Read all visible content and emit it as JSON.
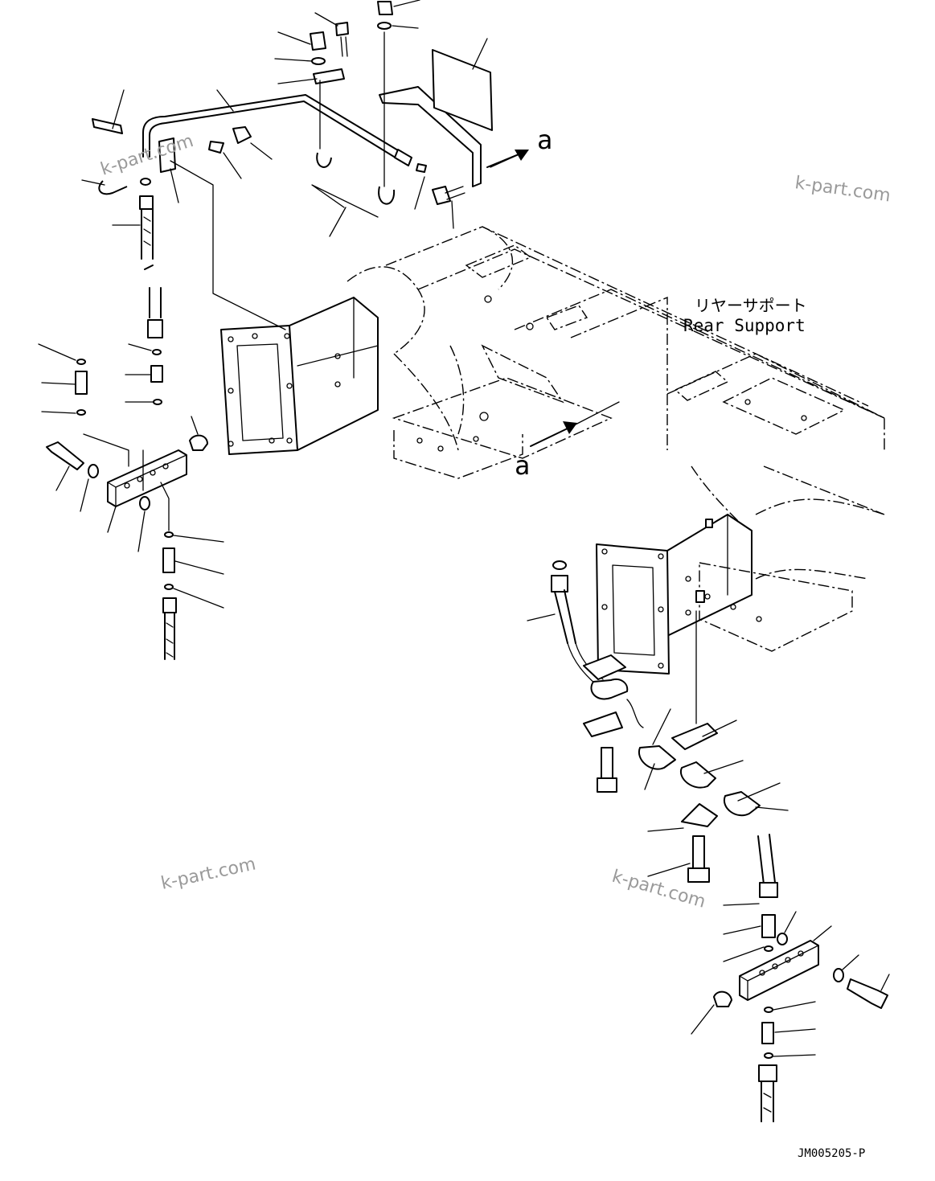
{
  "labels": {
    "arrow_a_top": "a",
    "arrow_a_bottom": "a",
    "rear_support_jp": "リヤーサポート",
    "rear_support_en": "Rear Support",
    "drawing_code": "JM005205-P"
  },
  "watermarks": [
    "k-part.com",
    "k-part.com",
    "k-part.com",
    "k-part.com"
  ]
}
